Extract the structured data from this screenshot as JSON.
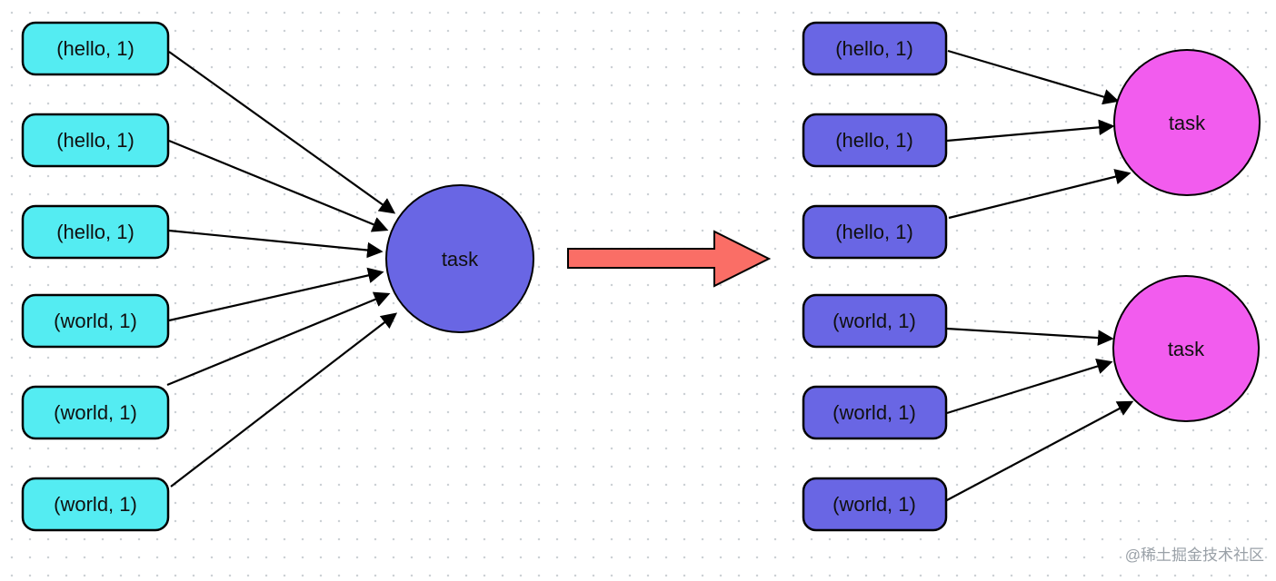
{
  "diagram": {
    "left": {
      "boxes": [
        {
          "label": "(hello, 1)"
        },
        {
          "label": "(hello, 1)"
        },
        {
          "label": "(hello, 1)"
        },
        {
          "label": "(world, 1)"
        },
        {
          "label": "(world, 1)"
        },
        {
          "label": "(world, 1)"
        }
      ],
      "task": {
        "label": "task"
      }
    },
    "right": {
      "boxes": [
        {
          "label": "(hello, 1)"
        },
        {
          "label": "(hello, 1)"
        },
        {
          "label": "(hello, 1)"
        },
        {
          "label": "(world, 1)"
        },
        {
          "label": "(world, 1)"
        },
        {
          "label": "(world, 1)"
        }
      ],
      "tasks": [
        {
          "label": "task"
        },
        {
          "label": "task"
        }
      ]
    },
    "colors": {
      "source_box_fill": "#54ecf2",
      "keyed_box_fill": "#6966e4",
      "left_task_fill": "#6966e4",
      "right_task_fill": "#f25cee",
      "transform_arrow_fill": "#fa6e66",
      "line_color": "#000000",
      "watermark_color": "#9aa1a8"
    },
    "watermark": {
      "text": "@稀土掘金技术社区"
    }
  }
}
